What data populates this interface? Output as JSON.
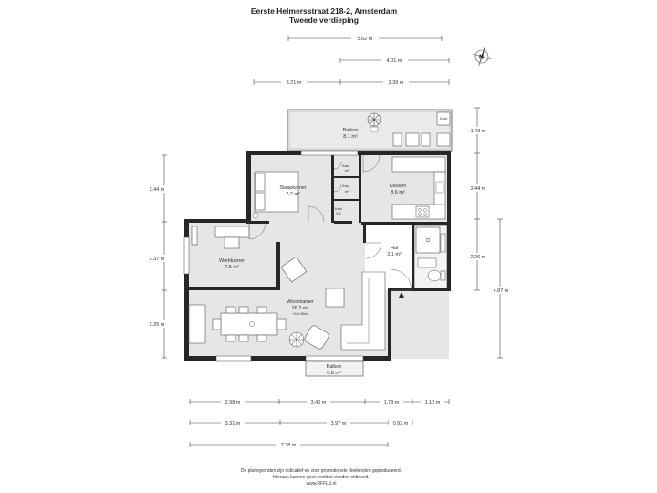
{
  "header": {
    "address": "Eerste Helmersstraat 218-2, Amsterdam",
    "floor": "Tweede verdieping"
  },
  "compass": {
    "label": "N"
  },
  "rooms": {
    "balkon_top": {
      "name": "Balkon",
      "area": "8.1 m²"
    },
    "slaapkamer": {
      "name": "Slaapkamer",
      "area": "7.7 m²"
    },
    "kast1": {
      "name": "Kast",
      "area": "m²"
    },
    "kast2": {
      "name": "Kast",
      "area": "m²"
    },
    "kast3": {
      "name": "Kast",
      "area": "0.2"
    },
    "keuken": {
      "name": "Keuken",
      "area": "8.6 m²"
    },
    "hal": {
      "name": "Hal",
      "area": "3.1 m²"
    },
    "werkkamer": {
      "name": "Werkkamer",
      "area": "7.5 m²"
    },
    "woonkamer": {
      "name": "Woonkamer",
      "area": "26.2 m²",
      "height": "H=2.86m"
    },
    "balkon_bottom": {
      "name": "Balkon",
      "area": "0.8 m²"
    }
  },
  "dimensions": {
    "top_total": "5.62 m",
    "top_right": "4.01 m",
    "top_left_split": "3.21 m",
    "top_right_split": "3.39 m",
    "right_1": "1.43 m",
    "right_2": "2.44 m",
    "right_3": "2.26 m",
    "right_total": "4.87 m",
    "left_1": "2.44 m",
    "left_2": "2.37 m",
    "left_3": "2.35 m",
    "bottom_row1": [
      "2.98 m",
      "3.40 m",
      "1.79 m",
      "1.12 m"
    ],
    "bottom_row2": [
      "3.31 m",
      "3.97 m",
      "0.92 m"
    ],
    "bottom_total": "7.38 m"
  },
  "footer": {
    "line1": "De plattegronden zijn indicatief en voor promotionele doeleinden geproduceerd.",
    "line2": "Hieraan kunnen geen rechten worden ontleend.",
    "line3": "www.RFFLS.nl"
  }
}
